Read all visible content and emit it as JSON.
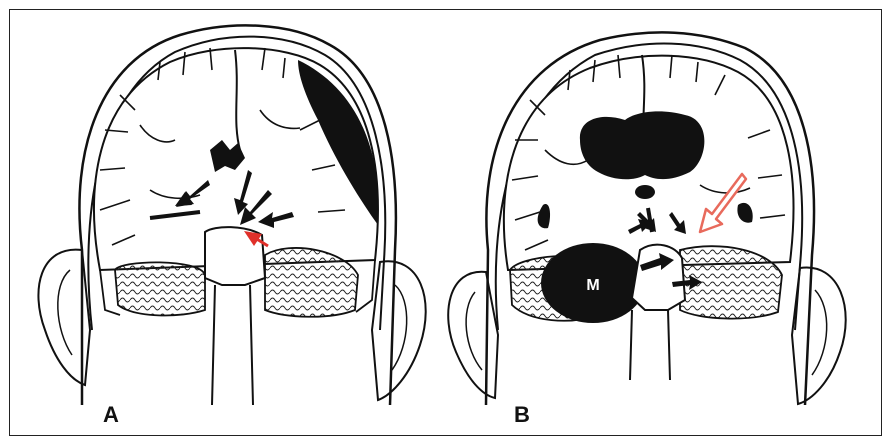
{
  "figure": {
    "panels": [
      {
        "label": "A"
      },
      {
        "label": "B"
      }
    ],
    "mass_label": "M",
    "colors": {
      "ink": "#111111",
      "red_arrow": "#e0302a",
      "red_outline_arrow": "#e86a5c",
      "background": "#ffffff"
    }
  }
}
